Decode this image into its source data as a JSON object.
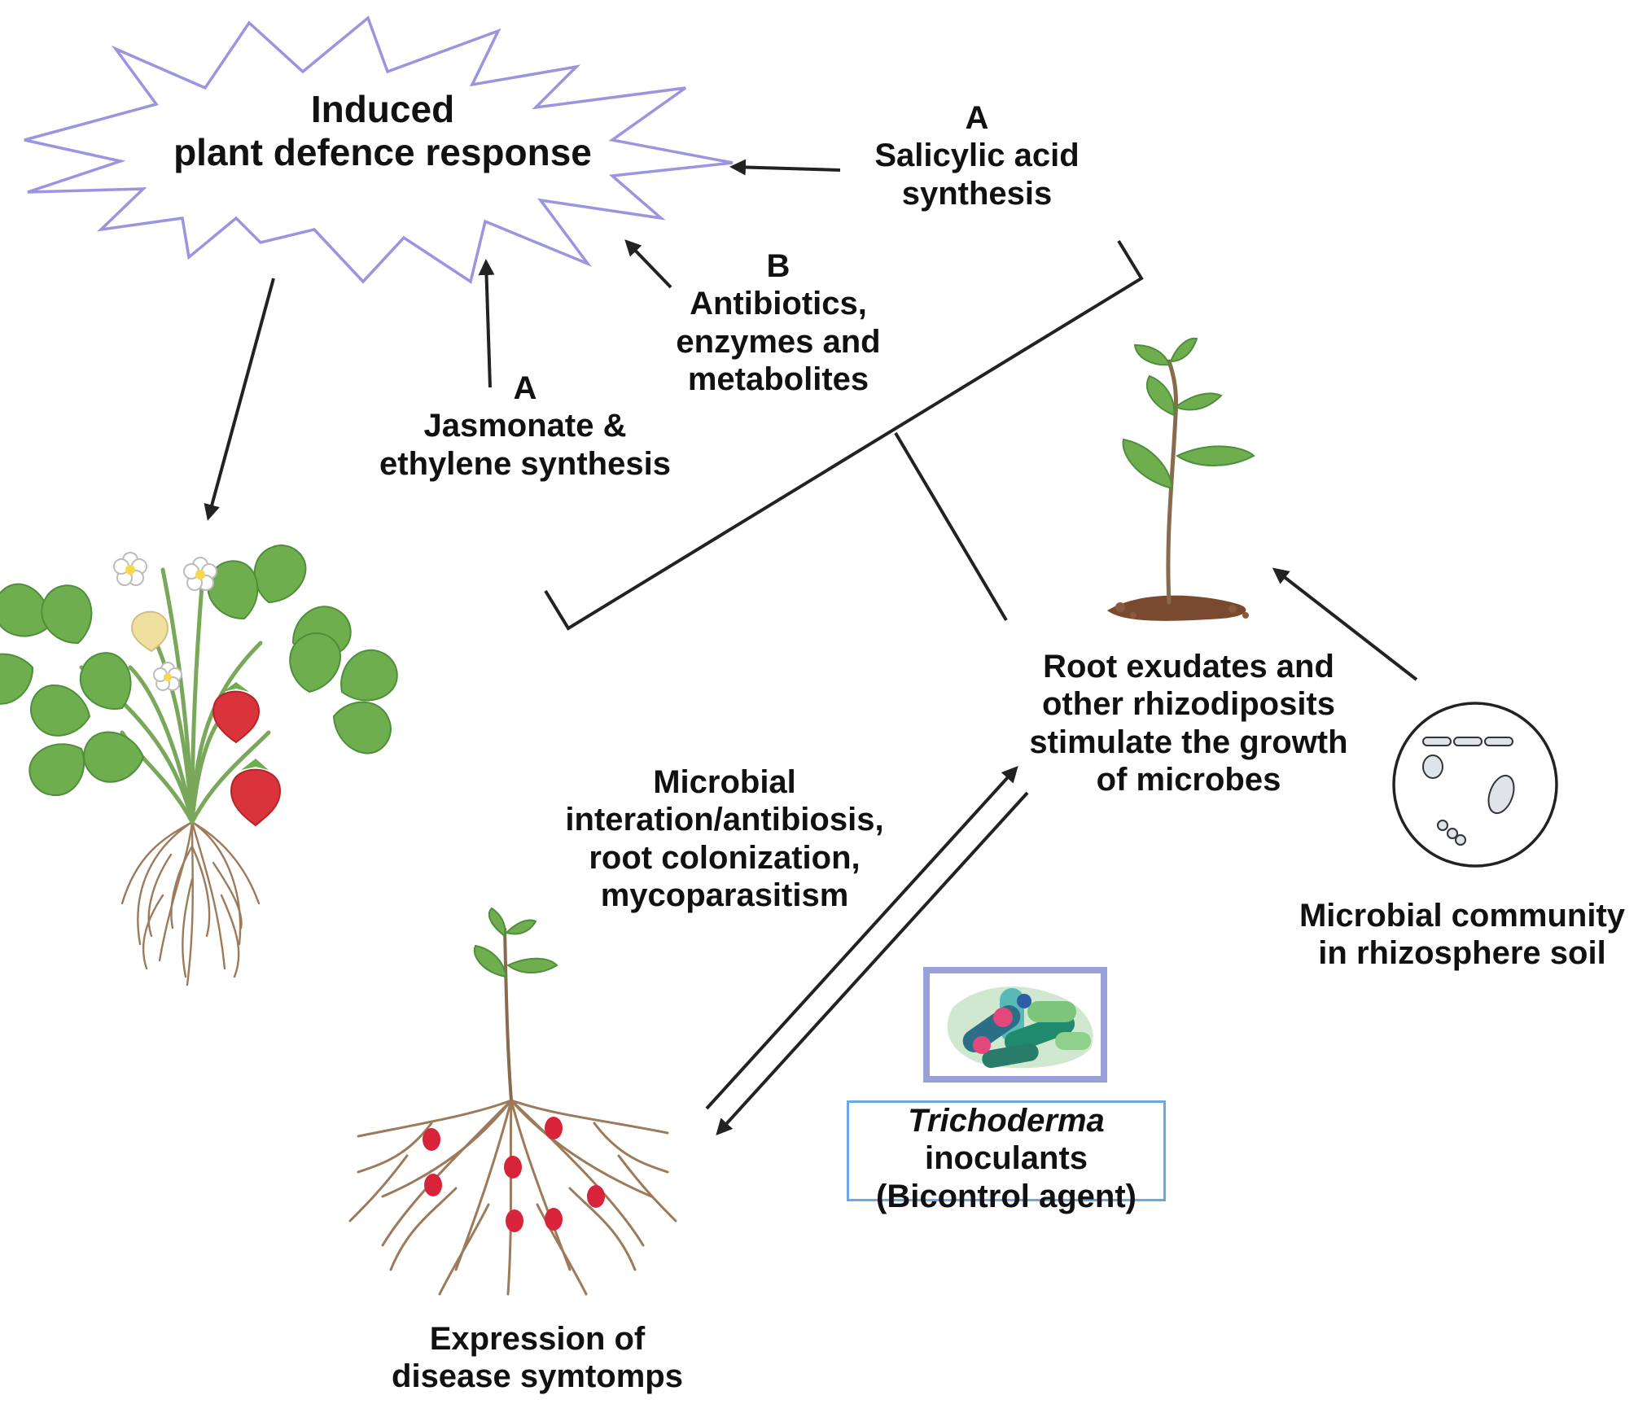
{
  "burst": {
    "line1": "Induced",
    "line2": "plant defence response",
    "stroke_color": "#9b95e0"
  },
  "salicylic": {
    "tag": "A",
    "line1": "Salicylic acid",
    "line2": "synthesis"
  },
  "antibiotics": {
    "tag": "B",
    "line1": "Antibiotics,",
    "line2": "enzymes and",
    "line3": "metabolites"
  },
  "jasmonate": {
    "tag": "A",
    "line1": "Jasmonate &",
    "line2": "ethylene synthesis"
  },
  "root_exudates": {
    "line1": "Root exudates and",
    "line2": "other rhizodiposits",
    "line3": "stimulate the growth",
    "line4": "of microbes"
  },
  "microbial_interaction": {
    "line1": "Microbial",
    "line2": "interation/antibiosis,",
    "line3": "root colonization,",
    "line4": "mycoparasitism"
  },
  "microbial_community": {
    "line1": "Microbial community",
    "line2": "in rhizosphere soil"
  },
  "trichoderma": {
    "line1": "Trichoderma",
    "line2": "inoculants",
    "line3": "(Bicontrol agent)",
    "box_color": "#6aa8e8"
  },
  "disease": {
    "line1": "Expression of",
    "line2": "disease symtomps"
  },
  "colors": {
    "leaf": "#6fae4f",
    "leaf_dark": "#4f8e3a",
    "stem": "#7aa85a",
    "root": "#9c7a5a",
    "strawberry": "#d9333b",
    "unripe": "#efe0a0",
    "soil": "#7a4a30",
    "lesion": "#d8243a",
    "arrow": "#222222"
  },
  "icons": {
    "strawberry_plant": "strawberry-plant-icon",
    "seedling": "seedling-icon",
    "diseased_seedling": "diseased-seedling-icon",
    "petri_dish": "petri-dish-icon",
    "bacteria_culture": "bacteria-culture-icon"
  }
}
